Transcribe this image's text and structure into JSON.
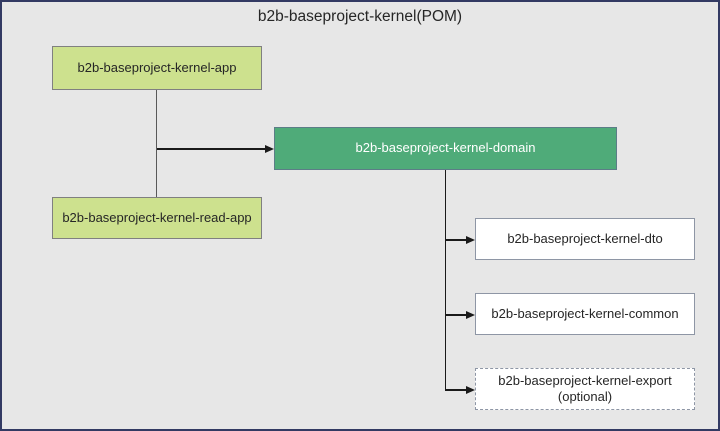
{
  "diagram": {
    "title": "b2b-baseproject-kernel(POM)",
    "nodes": {
      "app": {
        "label": "b2b-baseproject-kernel-app",
        "style": "light-green"
      },
      "read_app": {
        "label": "b2b-baseproject-kernel-read-app",
        "style": "light-green"
      },
      "domain": {
        "label": "b2b-baseproject-kernel-domain",
        "style": "green"
      },
      "dto": {
        "label": "b2b-baseproject-kernel-dto",
        "style": "white"
      },
      "common": {
        "label": "b2b-baseproject-kernel-common",
        "style": "white"
      },
      "export": {
        "label": "b2b-baseproject-kernel-export",
        "label_line2": "(optional)",
        "style": "white-dashed"
      }
    },
    "edges": [
      {
        "from": "app",
        "to": "domain",
        "type": "arrow"
      },
      {
        "from": "read_app",
        "to": "domain",
        "type": "arrow"
      },
      {
        "from": "domain",
        "to": "dto",
        "type": "arrow"
      },
      {
        "from": "domain",
        "to": "common",
        "type": "arrow"
      },
      {
        "from": "domain",
        "to": "export",
        "type": "arrow"
      }
    ]
  },
  "colors": {
    "canvas_bg": "#e7e7e7",
    "frame_border": "#333a63",
    "node_light_green": "#cde18e",
    "node_green": "#4fab79",
    "node_border_gray": "#808080",
    "node_border_slate": "#5c7d87",
    "node_border_bluegray": "#8e96a5",
    "text_dark": "#262626",
    "text_white": "#ffffff",
    "connector_dark": "#1a1a1a",
    "connector_gray": "#595959"
  }
}
